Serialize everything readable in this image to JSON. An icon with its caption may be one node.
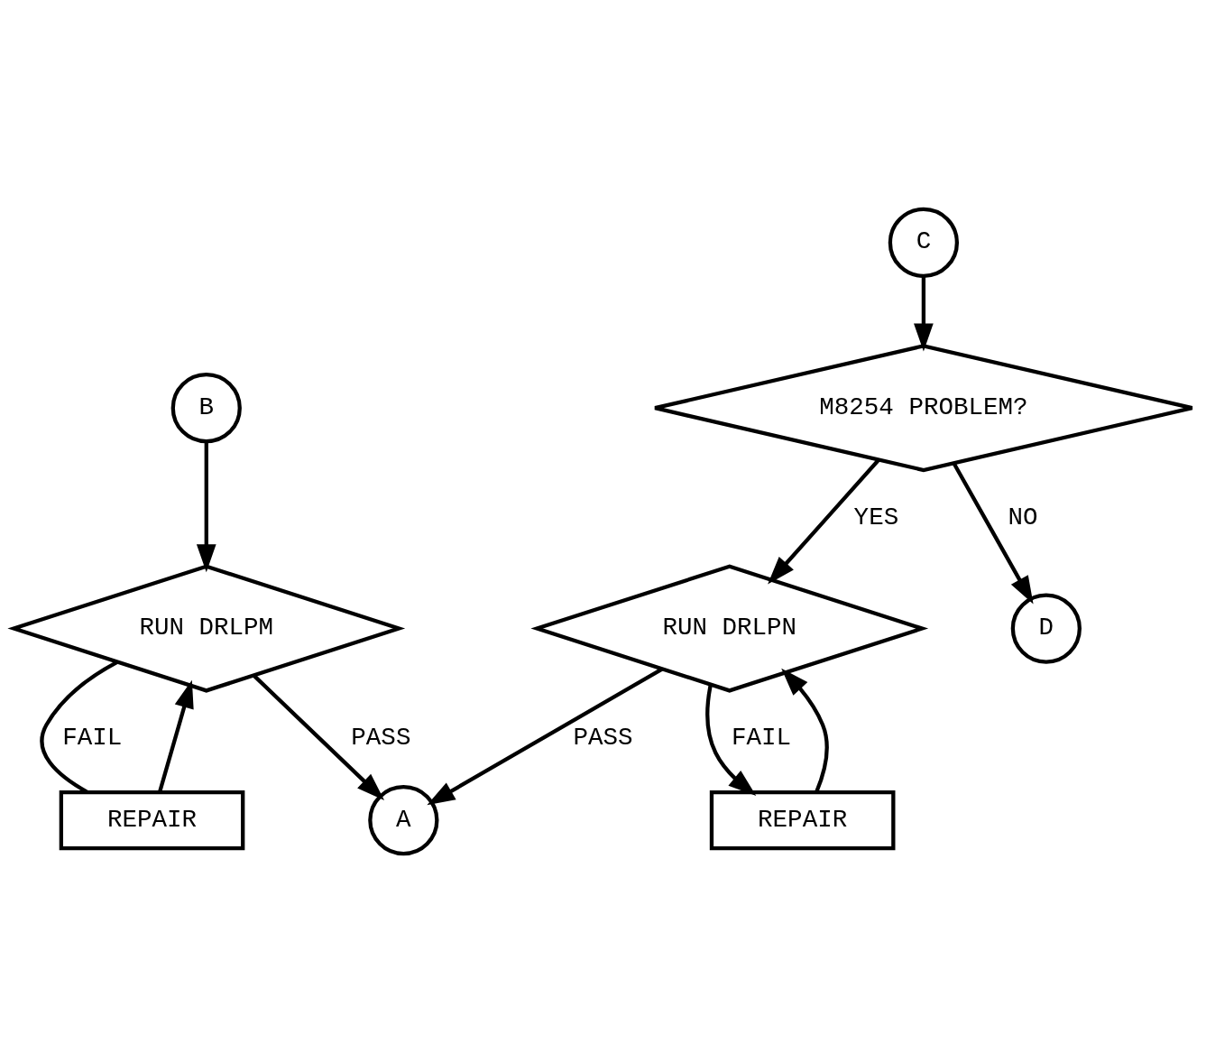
{
  "diagram": {
    "nodes": [
      {
        "text": [
          "B"
        ]
      },
      {
        "text": [
          "RUN DRLPM"
        ]
      },
      {
        "text": [
          "REPAIR"
        ]
      },
      {
        "text": [
          "A"
        ]
      },
      {
        "text": [
          "C"
        ]
      },
      {
        "text": [
          "RUN DRLPN"
        ]
      },
      {
        "text": [
          "REPAIR"
        ]
      },
      {
        "text": [
          "M8254 PROBLEM?"
        ]
      },
      {
        "text": [
          "D"
        ]
      }
    ],
    "edges": [
      {
        "from": 0,
        "to": 1,
        "arrow": "to"
      },
      {
        "from": 1,
        "to": 2,
        "arrow": "none",
        "label": "FAIL"
      },
      {
        "from": 2,
        "to": 1,
        "arrow": "to"
      },
      {
        "from": 1,
        "to": 3,
        "arrow": "to",
        "label": "PASS"
      },
      {
        "from": 4,
        "to": 7,
        "arrow": "to"
      },
      {
        "from": 7,
        "to": 5,
        "arrow": "to",
        "label": "YES"
      },
      {
        "from": 5,
        "to": 6,
        "arrow": "to",
        "label": "FAIL"
      },
      {
        "from": 6,
        "to": 5,
        "arrow": "to"
      },
      {
        "from": 5,
        "to": 3,
        "arrow": "to",
        "label": "PASS"
      },
      {
        "from": 7,
        "to": 8,
        "arrow": "to",
        "label": "NO"
      }
    ]
  }
}
